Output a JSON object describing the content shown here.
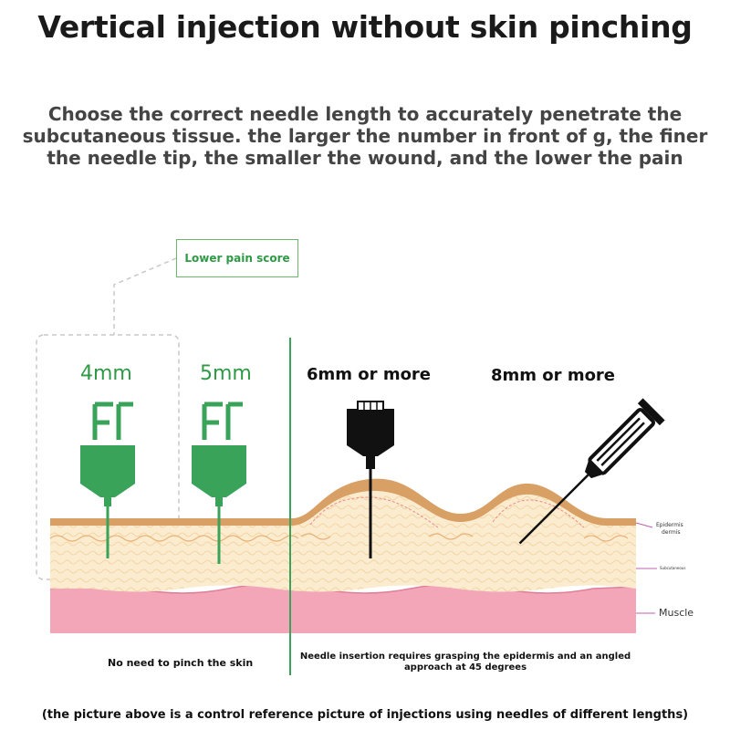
{
  "title": "Vertical injection without skin pinching",
  "subtitle_lines": [
    "Choose the correct needle length to accurately penetrate the",
    "subcutaneous tissue. the larger the number in front of g, the finer",
    "the needle tip, the smaller the wound, and the lower the pain"
  ],
  "callout": "Lower pain score",
  "needles": {
    "n4": "4mm",
    "n5": "5mm",
    "n6": "6mm or more",
    "n8": "8mm or more"
  },
  "layers": {
    "epidermis": "Epidermis",
    "dermis": "dermis",
    "subcutaneous": "Subcutaneous",
    "muscle": "Muscle"
  },
  "captions": {
    "left": "No need to pinch the skin",
    "right_line1": "Needle insertion requires grasping the epidermis and an angled",
    "right_line2": "approach at 45 degrees"
  },
  "footer": "(the picture above is a control reference picture of injections using needles of different lengths)",
  "colors": {
    "green": "#3aa35a",
    "epidermis": "#d8a064",
    "subcutaneous": "#fbeccf",
    "muscle": "#f2a6b8",
    "needle_dark": "#111111"
  }
}
